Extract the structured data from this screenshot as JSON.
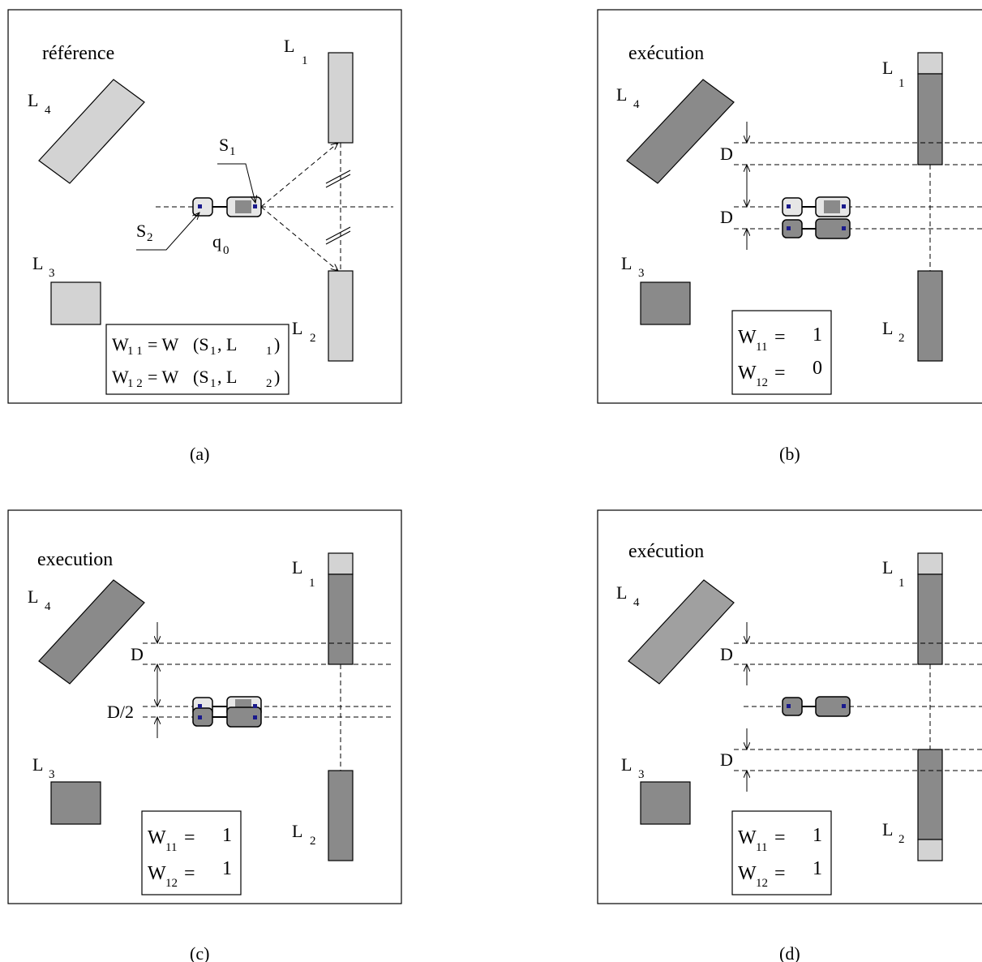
{
  "panels": {
    "a": {
      "title": "référence",
      "caption": "(a)",
      "labels": {
        "L1": "L",
        "L1s": "1",
        "L2": "L",
        "L2s": "2",
        "L3": "L",
        "L3s": "3",
        "L4": "L",
        "L4s": "4",
        "S1": "S",
        "S1s": "1",
        "S2": "S",
        "S2s": "2",
        "q0": "q",
        "q0s": "0"
      },
      "w11": {
        "a": "W",
        "as": "1 1",
        "b": "= W",
        "c": "(S",
        "cs": "1",
        "d": ", L",
        "ds": "1",
        "e": ")"
      },
      "w12": {
        "a": "W",
        "as": "1 2",
        "b": "= W",
        "c": "(S",
        "cs": "1",
        "d": ", L",
        "ds": "2",
        "e": ")"
      }
    },
    "b": {
      "title": "exécution",
      "caption": "(b)",
      "d_label": "D",
      "w11": {
        "name": "W",
        "sub": "11",
        "eq": "=",
        "val": "1"
      },
      "w12": {
        "name": "W",
        "sub": "12",
        "eq": "=",
        "val": "0"
      }
    },
    "c": {
      "title": "execution",
      "caption": "(c)",
      "d_label": "D",
      "d2_label": "D/2",
      "w11": {
        "name": "W",
        "sub": "11",
        "eq": "=",
        "val": "1"
      },
      "w12": {
        "name": "W",
        "sub": "12",
        "eq": "=",
        "val": "1"
      }
    },
    "d": {
      "title": "exécution",
      "caption": "(d)",
      "d_label": "D",
      "w11": {
        "name": "W",
        "sub": "11",
        "eq": "=",
        "val": "1"
      },
      "w12": {
        "name": "W",
        "sub": "12",
        "eq": "=",
        "val": "1"
      }
    }
  },
  "colors": {
    "light": "#d3d3d3",
    "dark": "#8a8a8a",
    "marker": "#1a1a8c"
  }
}
